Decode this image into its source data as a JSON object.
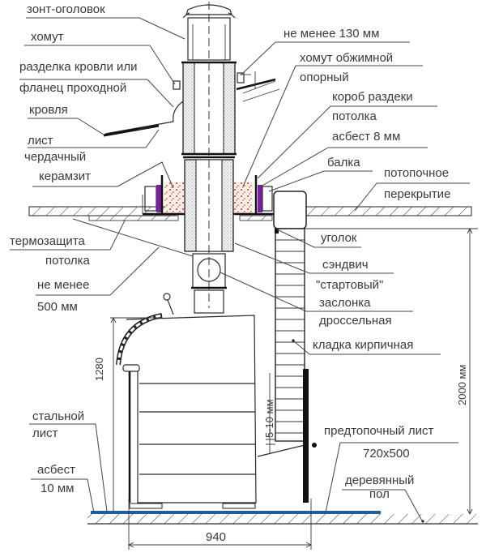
{
  "diagram": {
    "title": "Установка банной печи с дымоходом-сэндвичем",
    "labels": {
      "zont": "зонт-оголовок",
      "homut": "хомут",
      "razdelka1": "разделка кровли или",
      "razdelka2": "фланец проходной",
      "krovlya": "кровля",
      "list1": "лист",
      "list2": "чердачный",
      "keramzit": "керамзит",
      "termo1": "термозащита",
      "termo2": "потолка",
      "nemenee500_1": "не менее",
      "nemenee500_2": "500 мм",
      "nemenee130": "не менее 130 мм",
      "homut_obzh1": "хомут обжимной",
      "homut_obzh2": "опорный",
      "korob1": "короб раздеки",
      "korob2": "потолка",
      "asbest8": "асбест 8 мм",
      "balka": "балка",
      "perekr1": "потопочное",
      "perekr2": "перекрытие",
      "ugolok": "уголок",
      "sendvich1": "сэндвич",
      "sendvich2": "\"стартовый\"",
      "zaslonka1": "заслонка",
      "zaslonka2": "дроссельная",
      "kladka": "кладка кирпичная",
      "stal1": "стальной",
      "stal2": "лист",
      "asbest10_1": "асбест",
      "asbest10_2": "10 мм",
      "predtop1": "предтопочный лист",
      "predtop2": "720x500",
      "pol1": "деревянный",
      "pol2": "пол"
    },
    "dimensions": {
      "height_stove": "1280",
      "height_total": "2000 мм",
      "width_stove": "940",
      "gap": "5-10 мм"
    },
    "colors": {
      "floor_sheet": "#1f5f9a",
      "asbestos": "#7b1fa2",
      "claydite": "#c0392b"
    }
  }
}
